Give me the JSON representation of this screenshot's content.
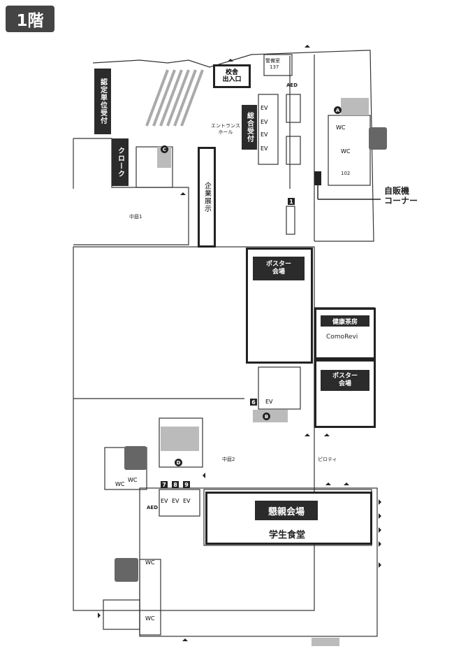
{
  "floor": {
    "label": "1階"
  },
  "rooms": {
    "school_entrance": "校舎\n出入口",
    "guard_room": "警備室",
    "guard_room_no": "137",
    "credit_reception": "認定単位受付",
    "cloak": "クローク",
    "general_reception": "総合受付",
    "entrance_hall": "エントランス\nホール",
    "corporate_exhibit": "企業展示",
    "courtyard1": "中庭1",
    "courtyard2": "中庭2",
    "pilotis": "ピロティ",
    "poster_hall": "ポスター\n会場",
    "poster_hall_2": "ポスター\n会場",
    "cafe": "健康茶房",
    "cafe_name": "ComoRevi",
    "room_102": "102",
    "vending": "自販機\nコーナー",
    "reception_hall": "懇親会場",
    "cafeteria": "学生食堂"
  },
  "facilities": {
    "aed": "AED",
    "aed2": "AED",
    "ev": "EV",
    "wc": "WC",
    "markers": [
      "A",
      "B",
      "C",
      "D"
    ],
    "elevators": [
      "1",
      "6",
      "7",
      "8",
      "9"
    ]
  },
  "colors": {
    "dark": "#2b2b2b",
    "stair": "#aaaaaa",
    "toilet": "#666666"
  }
}
